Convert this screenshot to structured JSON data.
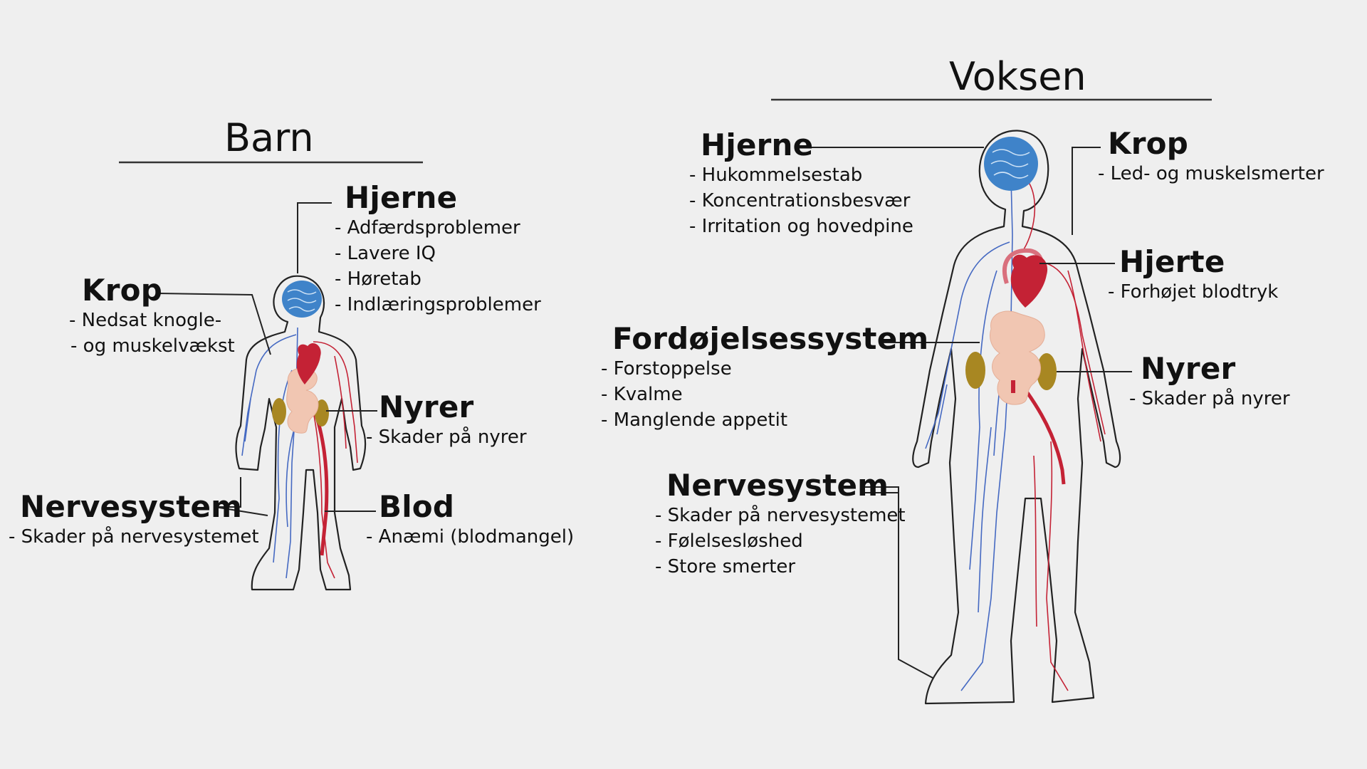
{
  "colors": {
    "background": "#efefef",
    "outline": "#222222",
    "brain": "#3f83c9",
    "heart": "#c42235",
    "digestive": "#f1c6b2",
    "kidney": "#a88722",
    "vein": "#4569c2",
    "artery": "#c42235"
  },
  "icons": [
    "child-body-figure",
    "adult-body-figure",
    "brain-icon",
    "heart-icon",
    "kidney-icon",
    "digestive-system-icon"
  ],
  "child": {
    "title": "Barn",
    "labels": {
      "hjerne": {
        "heading": "Hjerne",
        "items": [
          "Adfærdsproblemer",
          "Lavere IQ",
          "Høretab",
          "Indlæringsproblemer"
        ]
      },
      "krop": {
        "heading": "Krop",
        "items": [
          "Nedsat knogle-",
          "og muskelvækst"
        ]
      },
      "nyrer": {
        "heading": "Nyrer",
        "items": [
          "Skader på nyrer"
        ]
      },
      "nervesystem": {
        "heading": "Nervesystem",
        "items": [
          "Skader på nervesystemet"
        ]
      },
      "blod": {
        "heading": "Blod",
        "items": [
          "Anæmi (blodmangel)"
        ]
      }
    }
  },
  "adult": {
    "title": "Voksen",
    "labels": {
      "hjerne": {
        "heading": "Hjerne",
        "items": [
          "Hukommelsestab",
          "Koncentrationsbesvær",
          "Irritation og hovedpine"
        ]
      },
      "krop": {
        "heading": "Krop",
        "items": [
          "Led- og muskelsmerter"
        ]
      },
      "hjerte": {
        "heading": "Hjerte",
        "items": [
          "Forhøjet blodtryk"
        ]
      },
      "fordojelse": {
        "heading": "Fordøjelsessystem",
        "items": [
          "Forstoppelse",
          "Kvalme",
          "Manglende appetit"
        ]
      },
      "nyrer": {
        "heading": "Nyrer",
        "items": [
          "Skader på nyrer"
        ]
      },
      "nervesystem": {
        "heading": "Nervesystem",
        "items": [
          "Skader på nervesystemet",
          "Følelsesløshed",
          "Store smerter"
        ]
      }
    }
  }
}
